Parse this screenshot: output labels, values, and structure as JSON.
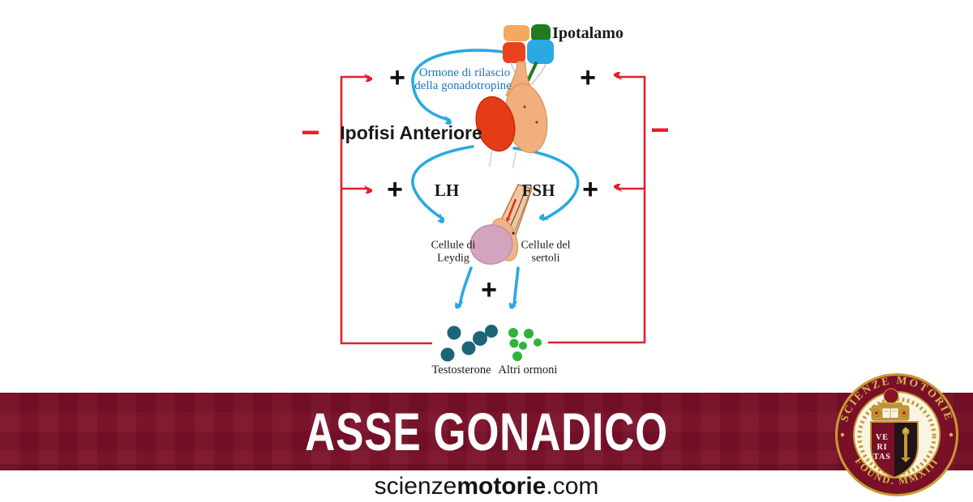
{
  "page": {
    "background": "#ffffff"
  },
  "diagram": {
    "hypothalamus_label": "Ipotalamo",
    "gnrh_line1": "Ormone di rilascio",
    "gnrh_line2": "della gonadotropine",
    "pituitary_label": "Ipofisi Anteriore",
    "lh_label": "LH",
    "fsh_label": "FSH",
    "leydig_line1": "Cellule di",
    "leydig_line2": "Leydig",
    "sertoli_line1": "Cellule del",
    "sertoli_line2": "sertoli",
    "testosterone_label": "Testosterone",
    "other_hormones_label": "Altri ormoni",
    "plus_sign": "+",
    "minus_sign": "−",
    "colors": {
      "feedback_red": "#E31E2D",
      "arrow_blue": "#29A9E0",
      "gnrh_text_blue": "#1B75C0",
      "testosterone_dot": "#1C6577",
      "other_hormone_dot": "#2EB33C",
      "pituitary_red": "#E63B17",
      "gland_tan": "#F1AF7E",
      "testis_pink": "#D4A4BE"
    }
  },
  "banner": {
    "title": "ASSE GONADICO",
    "background": "#7A1028",
    "text_color": "#FFFFFF"
  },
  "logo": {
    "arc_top": "SCIENZE MOTORIE",
    "arc_bottom": "FOUND. MMXIII",
    "motto_line1": "VE",
    "motto_line2": "RI",
    "motto_line3": "TAS",
    "colors": {
      "gold": "#C79B33",
      "maroon": "#7A1028",
      "cream": "#FAF4E3"
    }
  },
  "footer": {
    "domain_regular": "scienze",
    "domain_bold": "motorie",
    "domain_suffix": ".com"
  }
}
